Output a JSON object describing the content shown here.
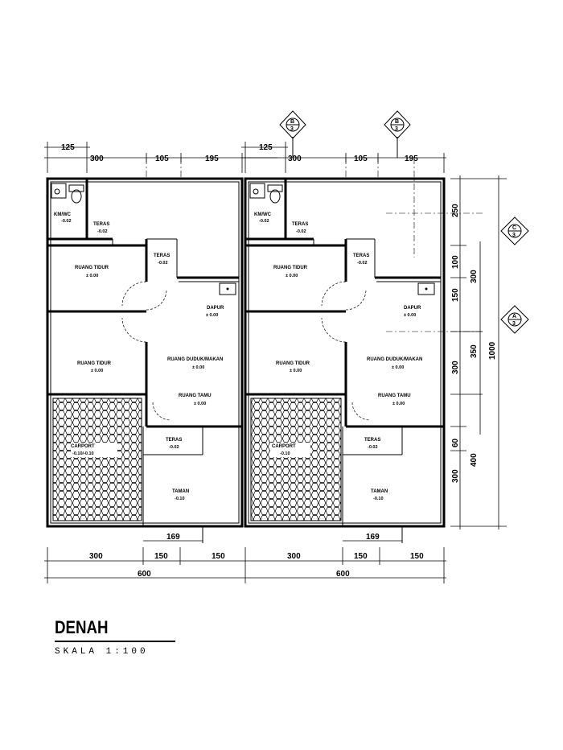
{
  "drawing": {
    "title": "DENAH",
    "scale": "SKALA 1:100"
  },
  "dimensions": {
    "top_first": "125",
    "top_a": "300",
    "top_b": "105",
    "top_c": "195",
    "bottom_a": "300",
    "bottom_b": "150",
    "bottom_c": "150",
    "bottom_total": "600",
    "taman_width": "169",
    "right_a": "250",
    "right_b": "100",
    "right_c": "150",
    "right_d": "300",
    "right_e": "60",
    "right_f": "300",
    "right_mid_a": "300",
    "right_mid_b": "350",
    "right_mid_c": "400",
    "right_total": "1000"
  },
  "rooms": {
    "kamar_mandi": "KM/WC",
    "kamar_mandi_level": "-0.02",
    "teras_back": "TERAS",
    "teras_back_level": "-0.02",
    "teras_side": "TERAS",
    "teras_side_level": "-0.02",
    "ruang_tidur_1": "RUANG TIDUR",
    "ruang_tidur_1_level": "± 0.00",
    "dapur": "DAPUR",
    "dapur_level": "± 0.00",
    "ruang_tidur_2": "RUANG TIDUR",
    "ruang_tidur_2_level": "± 0.00",
    "ruang_duduk": "RUANG DUDUK/MAKAN",
    "ruang_duduk_level": "± 0.00",
    "ruang_tamu": "RUANG TAMU",
    "ruang_tamu_level": "± 0.00",
    "carport": "CARPORT",
    "carport_level_left": "-0.10/-0.10",
    "carport_level_right": "-0.10",
    "teras_front": "TERAS",
    "teras_front_level": "-0.02",
    "taman": "TAMAN",
    "taman_level": "-0.10"
  },
  "section_tags": {
    "b_letter": "B",
    "b_sheet": "3",
    "c_letter": "C",
    "c_sheet": "3",
    "a_letter": "A",
    "a_sheet": "3"
  }
}
